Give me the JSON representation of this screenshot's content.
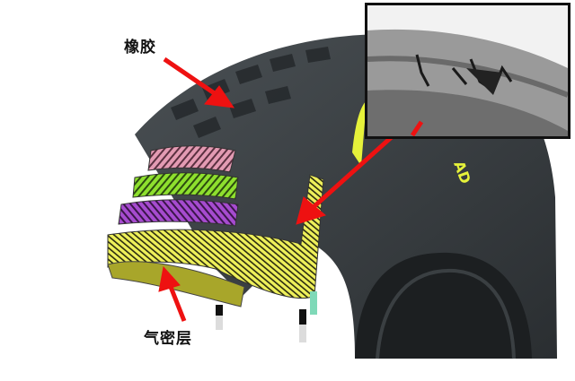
{
  "diagram": {
    "subject": "tire cross-section",
    "labels": [
      {
        "id": "rubber",
        "text": "橡胶",
        "target": "tread"
      },
      {
        "id": "inner_liner",
        "text": "气密层",
        "target": "inner liner (olive layer)"
      }
    ],
    "inset": {
      "content": "photo of damaged tire sidewall with cracks"
    },
    "layers": [
      {
        "name": "pink belt",
        "color": "#d98aa6"
      },
      {
        "name": "green belt",
        "color": "#7fd12a"
      },
      {
        "name": "purple belt",
        "color": "#9a3fc0"
      },
      {
        "name": "yellow carcass ply",
        "color": "#e6e84a"
      },
      {
        "name": "inner liner",
        "color": "#a8a62a"
      }
    ],
    "arrows": [
      {
        "from": "橡胶",
        "to": "tread",
        "color": "#ee1111"
      },
      {
        "from": "气密层",
        "to": "inner liner",
        "color": "#ee1111"
      },
      {
        "from": "inset photo",
        "to": "sidewall ply",
        "color": "#ee1111"
      }
    ],
    "sidewall_text": "AD",
    "colors": {
      "tire": "#3a3f42",
      "arrow": "#ee1111",
      "sidewall_text": "#e6f23a"
    }
  }
}
